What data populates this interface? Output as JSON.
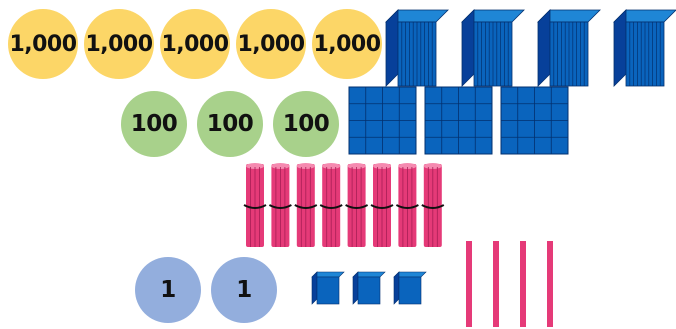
{
  "thousands": {
    "disc_label": "1,000",
    "disc_count": 5,
    "cube_count": 4,
    "disc_color": "#fcd667"
  },
  "hundreds": {
    "disc_label": "100",
    "disc_count": 3,
    "flat_count": 3,
    "disc_color": "#a8d18b"
  },
  "tens": {
    "bundle_rod_count": 8,
    "single_rod_count": 4,
    "rod_color": "#e53a78"
  },
  "ones": {
    "disc_label": "1",
    "disc_count": 2,
    "unit_cube_count": 3,
    "disc_color": "#93aedd"
  },
  "colors": {
    "block_front": "#0a64bd",
    "block_side": "#07409a",
    "block_top": "#1f86d6",
    "block_line": "#03306f"
  }
}
